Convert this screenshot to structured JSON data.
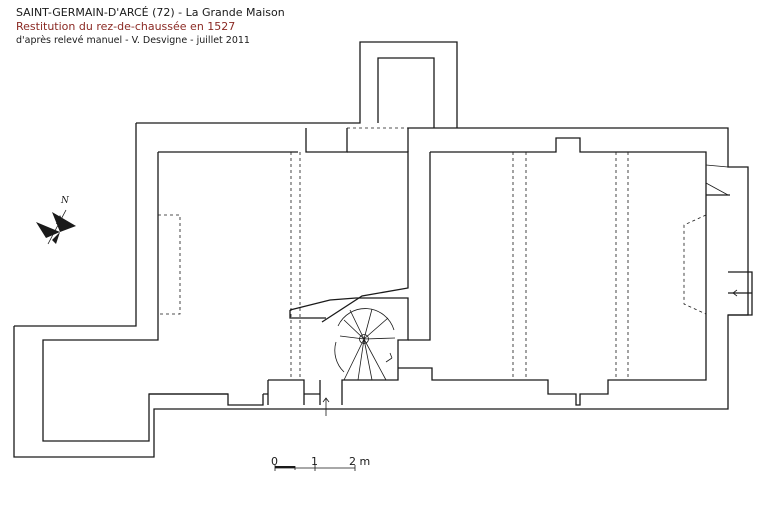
{
  "title": "SAINT-GERMAIN-D'ARCÉ (72) - La Grande Maison",
  "subtitle": "Restitution du rez-de-chaussée en 1527",
  "credit": "d'après relevé manuel - V. Desvigne - juillet 2011",
  "compass": {
    "label": "N"
  },
  "scale": {
    "ticks": [
      "0",
      "1",
      "2 m"
    ]
  },
  "colors": {
    "ink": "#1a1a1a",
    "subtitle": "#8b2a24",
    "background": "#ffffff"
  }
}
